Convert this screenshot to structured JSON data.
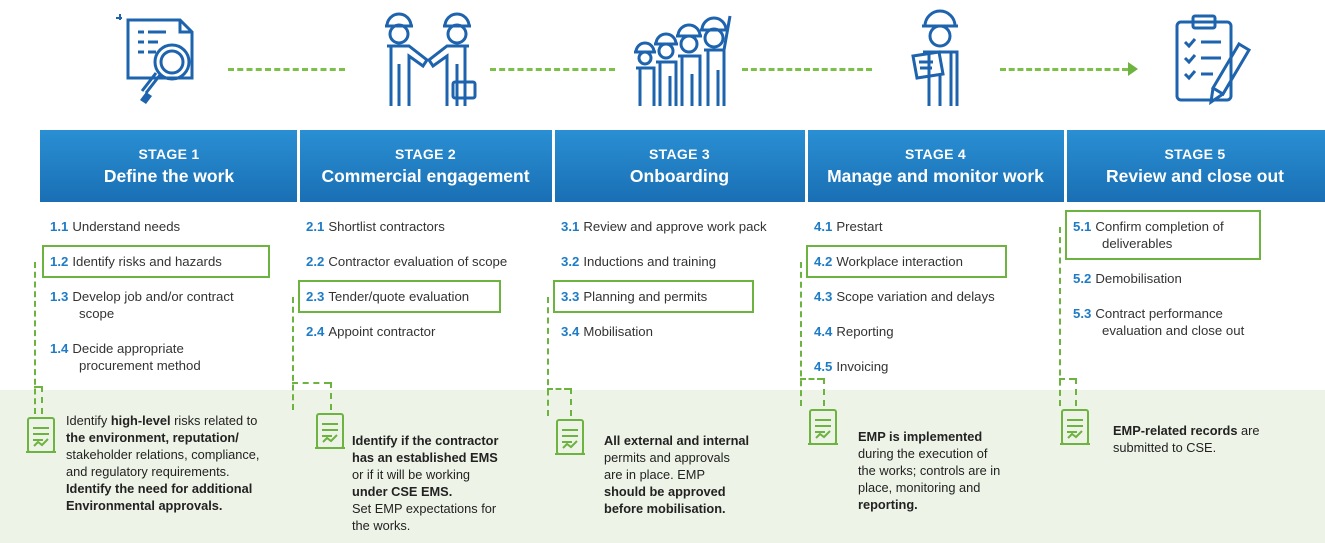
{
  "colors": {
    "banner_blue": "#1e7bc6",
    "step_number_blue": "#1e7bc6",
    "highlight_green": "#6cb33f",
    "band_green": "#eef3e7"
  },
  "stages": [
    {
      "label": "STAGE 1",
      "title": "Define the work",
      "icon": "document-magnifier-icon",
      "steps": [
        {
          "num": "1.1",
          "text": "Understand needs",
          "highlight": false
        },
        {
          "num": "1.2",
          "text": "Identify risks and hazards",
          "highlight": true
        },
        {
          "num": "1.3",
          "text": "Develop job and/or contract",
          "cont": "scope",
          "highlight": false
        },
        {
          "num": "1.4",
          "text": "Decide appropriate",
          "cont": "procurement method",
          "highlight": false
        }
      ],
      "note": {
        "lines": [
          [
            {
              "t": "Identify ",
              "b": false
            },
            {
              "t": "high-level",
              "b": true
            },
            {
              "t": " risks related to",
              "b": false
            }
          ],
          [
            {
              "t": "the environment, reputation/",
              "b": true
            }
          ],
          [
            {
              "t": "stakeholder relations, compliance,",
              "b": false
            }
          ],
          [
            {
              "t": "and regulatory requirements.",
              "b": false
            }
          ],
          [
            {
              "t": "Identify the need for additional",
              "b": true
            }
          ],
          [
            {
              "t": "Environmental approvals.",
              "b": true
            }
          ]
        ]
      }
    },
    {
      "label": "STAGE 2",
      "title": "Commercial engagement",
      "icon": "handshake-workers-icon",
      "steps": [
        {
          "num": "2.1",
          "text": "Shortlist contractors",
          "highlight": false
        },
        {
          "num": "2.2",
          "text": "Contractor evaluation of scope",
          "highlight": false
        },
        {
          "num": "2.3",
          "text": "Tender/quote evaluation",
          "highlight": true
        },
        {
          "num": "2.4",
          "text": "Appoint contractor",
          "highlight": false
        }
      ],
      "note": {
        "lines": [
          [
            {
              "t": "Identify if the contractor",
              "b": true
            }
          ],
          [
            {
              "t": "has an established EMS",
              "b": true
            }
          ],
          [
            {
              "t": "or if it will be working",
              "b": false
            }
          ],
          [
            {
              "t": "under CSE EMS.",
              "b": true
            }
          ],
          [
            {
              "t": "Set EMP expectations for",
              "b": false
            }
          ],
          [
            {
              "t": "the works.",
              "b": false
            }
          ]
        ]
      }
    },
    {
      "label": "STAGE 3",
      "title": "Onboarding",
      "icon": "worker-group-icon",
      "steps": [
        {
          "num": "3.1",
          "text": "Review and approve work pack",
          "highlight": false
        },
        {
          "num": "3.2",
          "text": "Inductions and training",
          "highlight": false
        },
        {
          "num": "3.3",
          "text": "Planning and permits",
          "highlight": true
        },
        {
          "num": "3.4",
          "text": "Mobilisation",
          "highlight": false
        }
      ],
      "note": {
        "lines": [
          [
            {
              "t": "All external and internal",
              "b": true
            }
          ],
          [
            {
              "t": "permits and approvals",
              "b": false
            }
          ],
          [
            {
              "t": "are in place. EMP",
              "b": false
            }
          ],
          [
            {
              "t": "should be approved",
              "b": true
            }
          ],
          [
            {
              "t": "before mobilisation.",
              "b": true
            }
          ]
        ]
      }
    },
    {
      "label": "STAGE 4",
      "title": "Manage and monitor work",
      "icon": "worker-clipboard-icon",
      "steps": [
        {
          "num": "4.1",
          "text": "Prestart",
          "highlight": false
        },
        {
          "num": "4.2",
          "text": "Workplace interaction",
          "highlight": true
        },
        {
          "num": "4.3",
          "text": "Scope variation and delays",
          "highlight": false
        },
        {
          "num": "4.4",
          "text": "Reporting",
          "highlight": false
        },
        {
          "num": "4.5",
          "text": "Invoicing",
          "highlight": false
        }
      ],
      "note": {
        "lines": [
          [
            {
              "t": "EMP is implemented",
              "b": true
            }
          ],
          [
            {
              "t": "during the execution of",
              "b": false
            }
          ],
          [
            {
              "t": "the works; controls are in",
              "b": false
            }
          ],
          [
            {
              "t": "place, monitoring and",
              "b": false
            }
          ],
          [
            {
              "t": "reporting.",
              "b": true
            }
          ]
        ]
      }
    },
    {
      "label": "STAGE 5",
      "title": "Review and close out",
      "icon": "checklist-pencil-icon",
      "steps": [
        {
          "num": "5.1",
          "text": "Confirm completion of",
          "cont": "deliverables",
          "highlight": true
        },
        {
          "num": "5.2",
          "text": "Demobilisation",
          "highlight": false
        },
        {
          "num": "5.3",
          "text": "Contract performance",
          "cont": "evaluation and close out",
          "highlight": false
        }
      ],
      "note": {
        "lines": [
          [
            {
              "t": "EMP-related records",
              "b": true
            },
            {
              "t": " are",
              "b": false
            }
          ],
          [
            {
              "t": "submitted to CSE.",
              "b": false
            }
          ]
        ]
      }
    }
  ]
}
